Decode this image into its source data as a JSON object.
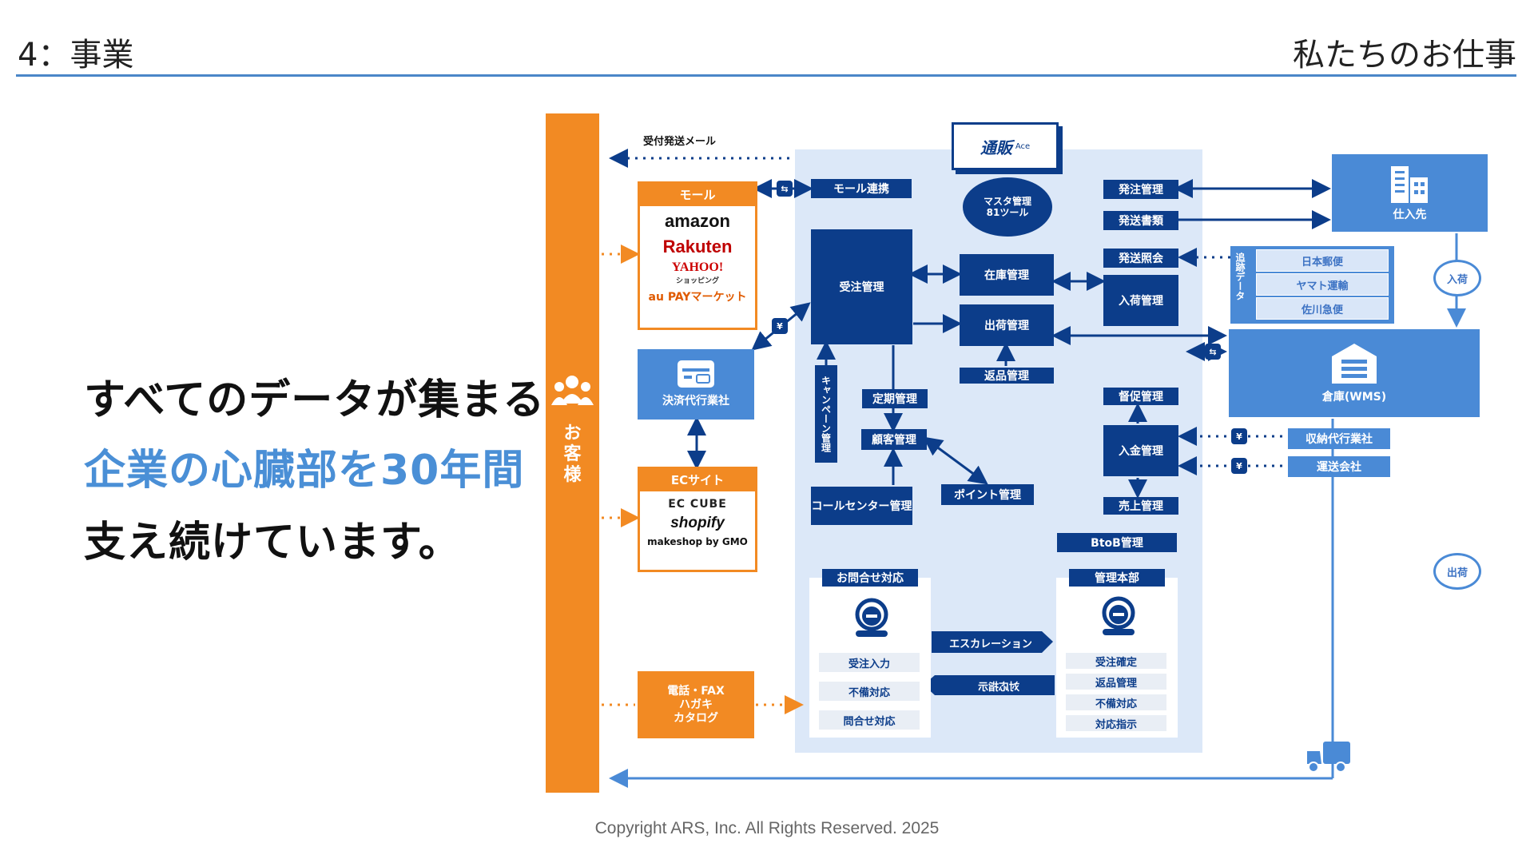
{
  "header": {
    "section": "4：事業",
    "page_title": "私たちのお仕事"
  },
  "tagline": {
    "line1": "すべてのデータが集まる",
    "line2": "企業の心臓部を30年間",
    "line3": "支え続けています。"
  },
  "footer": {
    "copyright": "Copyright ARS, Inc. All Rights Reserved. 2025"
  },
  "customer": {
    "label": "お客様",
    "icon": "people-icon"
  },
  "mail_label": "受付発送メール",
  "mall": {
    "title": "モール",
    "brands": [
      "amazon",
      "Rakuten",
      "YAHOO!",
      "ショッピング",
      "au PAYマーケット"
    ]
  },
  "ec_site": {
    "title": "ECサイト",
    "brands": [
      "EC CUBE",
      "shopify",
      "makeshop by GMO"
    ]
  },
  "payment": {
    "label": "決済代行業社",
    "icon": "card-icon"
  },
  "offline": {
    "label": "電話・FAX\nハガキ\nカタログ"
  },
  "logo": {
    "text": "通販",
    "sub": "Ace"
  },
  "master": {
    "label": "マスタ管理\n81ツール"
  },
  "modules": {
    "mall_link": "モール連携",
    "order_mgmt": "受注管理",
    "campaign": "キャンペーン管理",
    "subscription": "定期管理",
    "customer_mgmt": "顧客管理",
    "call_center": "コールセンター管理",
    "points": "ポイント管理",
    "inventory": "在庫管理",
    "shipping_mgmt": "出荷管理",
    "returns": "返品管理",
    "purchase_order": "発注管理",
    "shipping_docs": "発送書類",
    "shipping_inquiry": "発送照会",
    "receiving": "入荷管理",
    "dunning": "督促管理",
    "payment_mgmt": "入金管理",
    "sales_mgmt": "売上管理",
    "btob": "BtoB管理"
  },
  "tracking": {
    "label": "追跡データ",
    "carriers": [
      "日本郵便",
      "ヤマト運輸",
      "佐川急便"
    ]
  },
  "supplier": {
    "label": "仕入先"
  },
  "warehouse": {
    "label": "倉庫(WMS)"
  },
  "collection_agent": "収納代行業社",
  "carrier": "運送会社",
  "inbound": "入荷",
  "outbound": "出荷",
  "inquiry_desk": {
    "title": "お問合せ対応",
    "items": [
      "受注入力",
      "不備対応",
      "問合せ対応"
    ]
  },
  "hq": {
    "title": "管理本部",
    "items": [
      "受注確定",
      "返品管理",
      "不備対応",
      "対応指示"
    ]
  },
  "escalation": "エスカレーション",
  "instruction": "対応指示",
  "colors": {
    "orange": "#f28a23",
    "navy": "#0c3d8a",
    "light_blue": "#4a8ad6",
    "panel": "#dce8f8",
    "accent": "#4a8fd6"
  }
}
